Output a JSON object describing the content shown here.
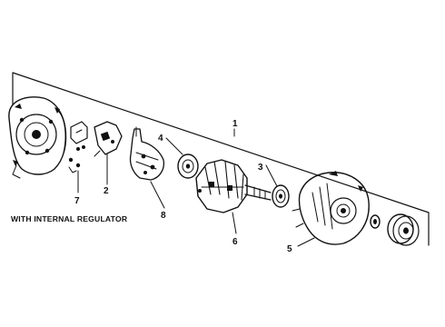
{
  "diagram": {
    "callouts": {
      "assembly": "1",
      "brush_holder": "2",
      "bearing_rear": "3",
      "bearing_front": "4",
      "drive_end_frame": "5",
      "rotor": "6",
      "regulator_terminal": "7",
      "rectifier": "8"
    },
    "caption": "WITH INTERNAL REGULATOR"
  }
}
